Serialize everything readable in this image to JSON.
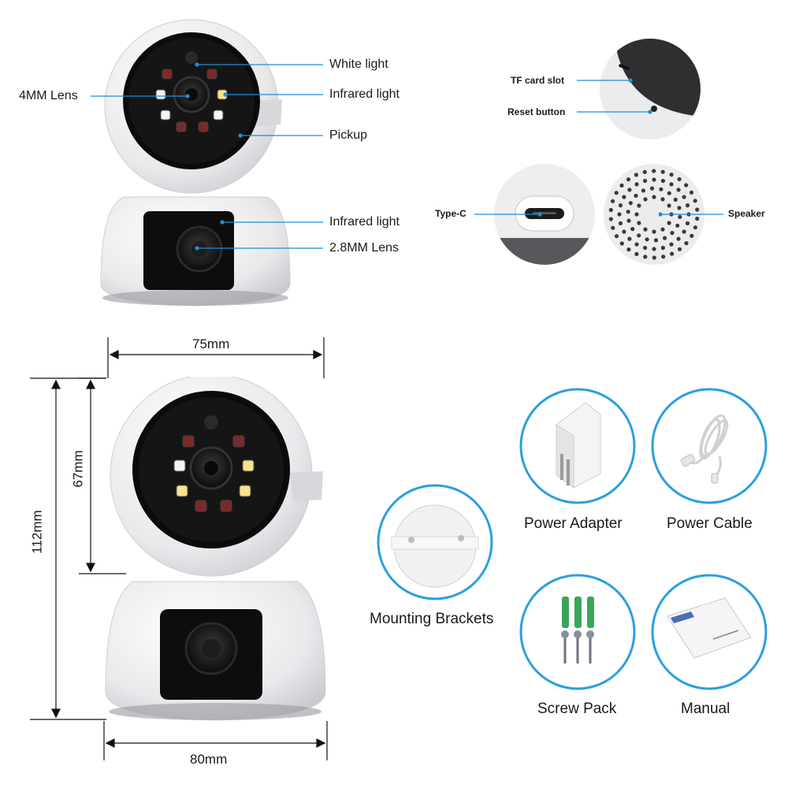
{
  "top_camera_labels": {
    "white_light": "White light",
    "lens_4mm": "4MM Lens",
    "infrared_top": "Infrared light",
    "pickup": "Pickup",
    "infrared_bottom": "Infrared light",
    "lens_2_8mm": "2.8MM Lens"
  },
  "detail_labels": {
    "tf_card": "TF card slot",
    "reset": "Reset button",
    "type_c": "Type-C",
    "speaker": "Speaker"
  },
  "dimensions": {
    "width_top": "75mm",
    "width_bottom": "80mm",
    "height_total": "112mm",
    "height_head": "67mm"
  },
  "accessories": {
    "power_adapter": "Power Adapter",
    "power_cable": "Power Cable",
    "mounting_brackets": "Mounting Brackets",
    "screw_pack": "Screw Pack",
    "manual": "Manual"
  },
  "colors": {
    "callout_line": "#1a8fd6",
    "circle_border": "#2a9fe0",
    "camera_body": "#e8e8ea",
    "lens_black": "#111111"
  }
}
